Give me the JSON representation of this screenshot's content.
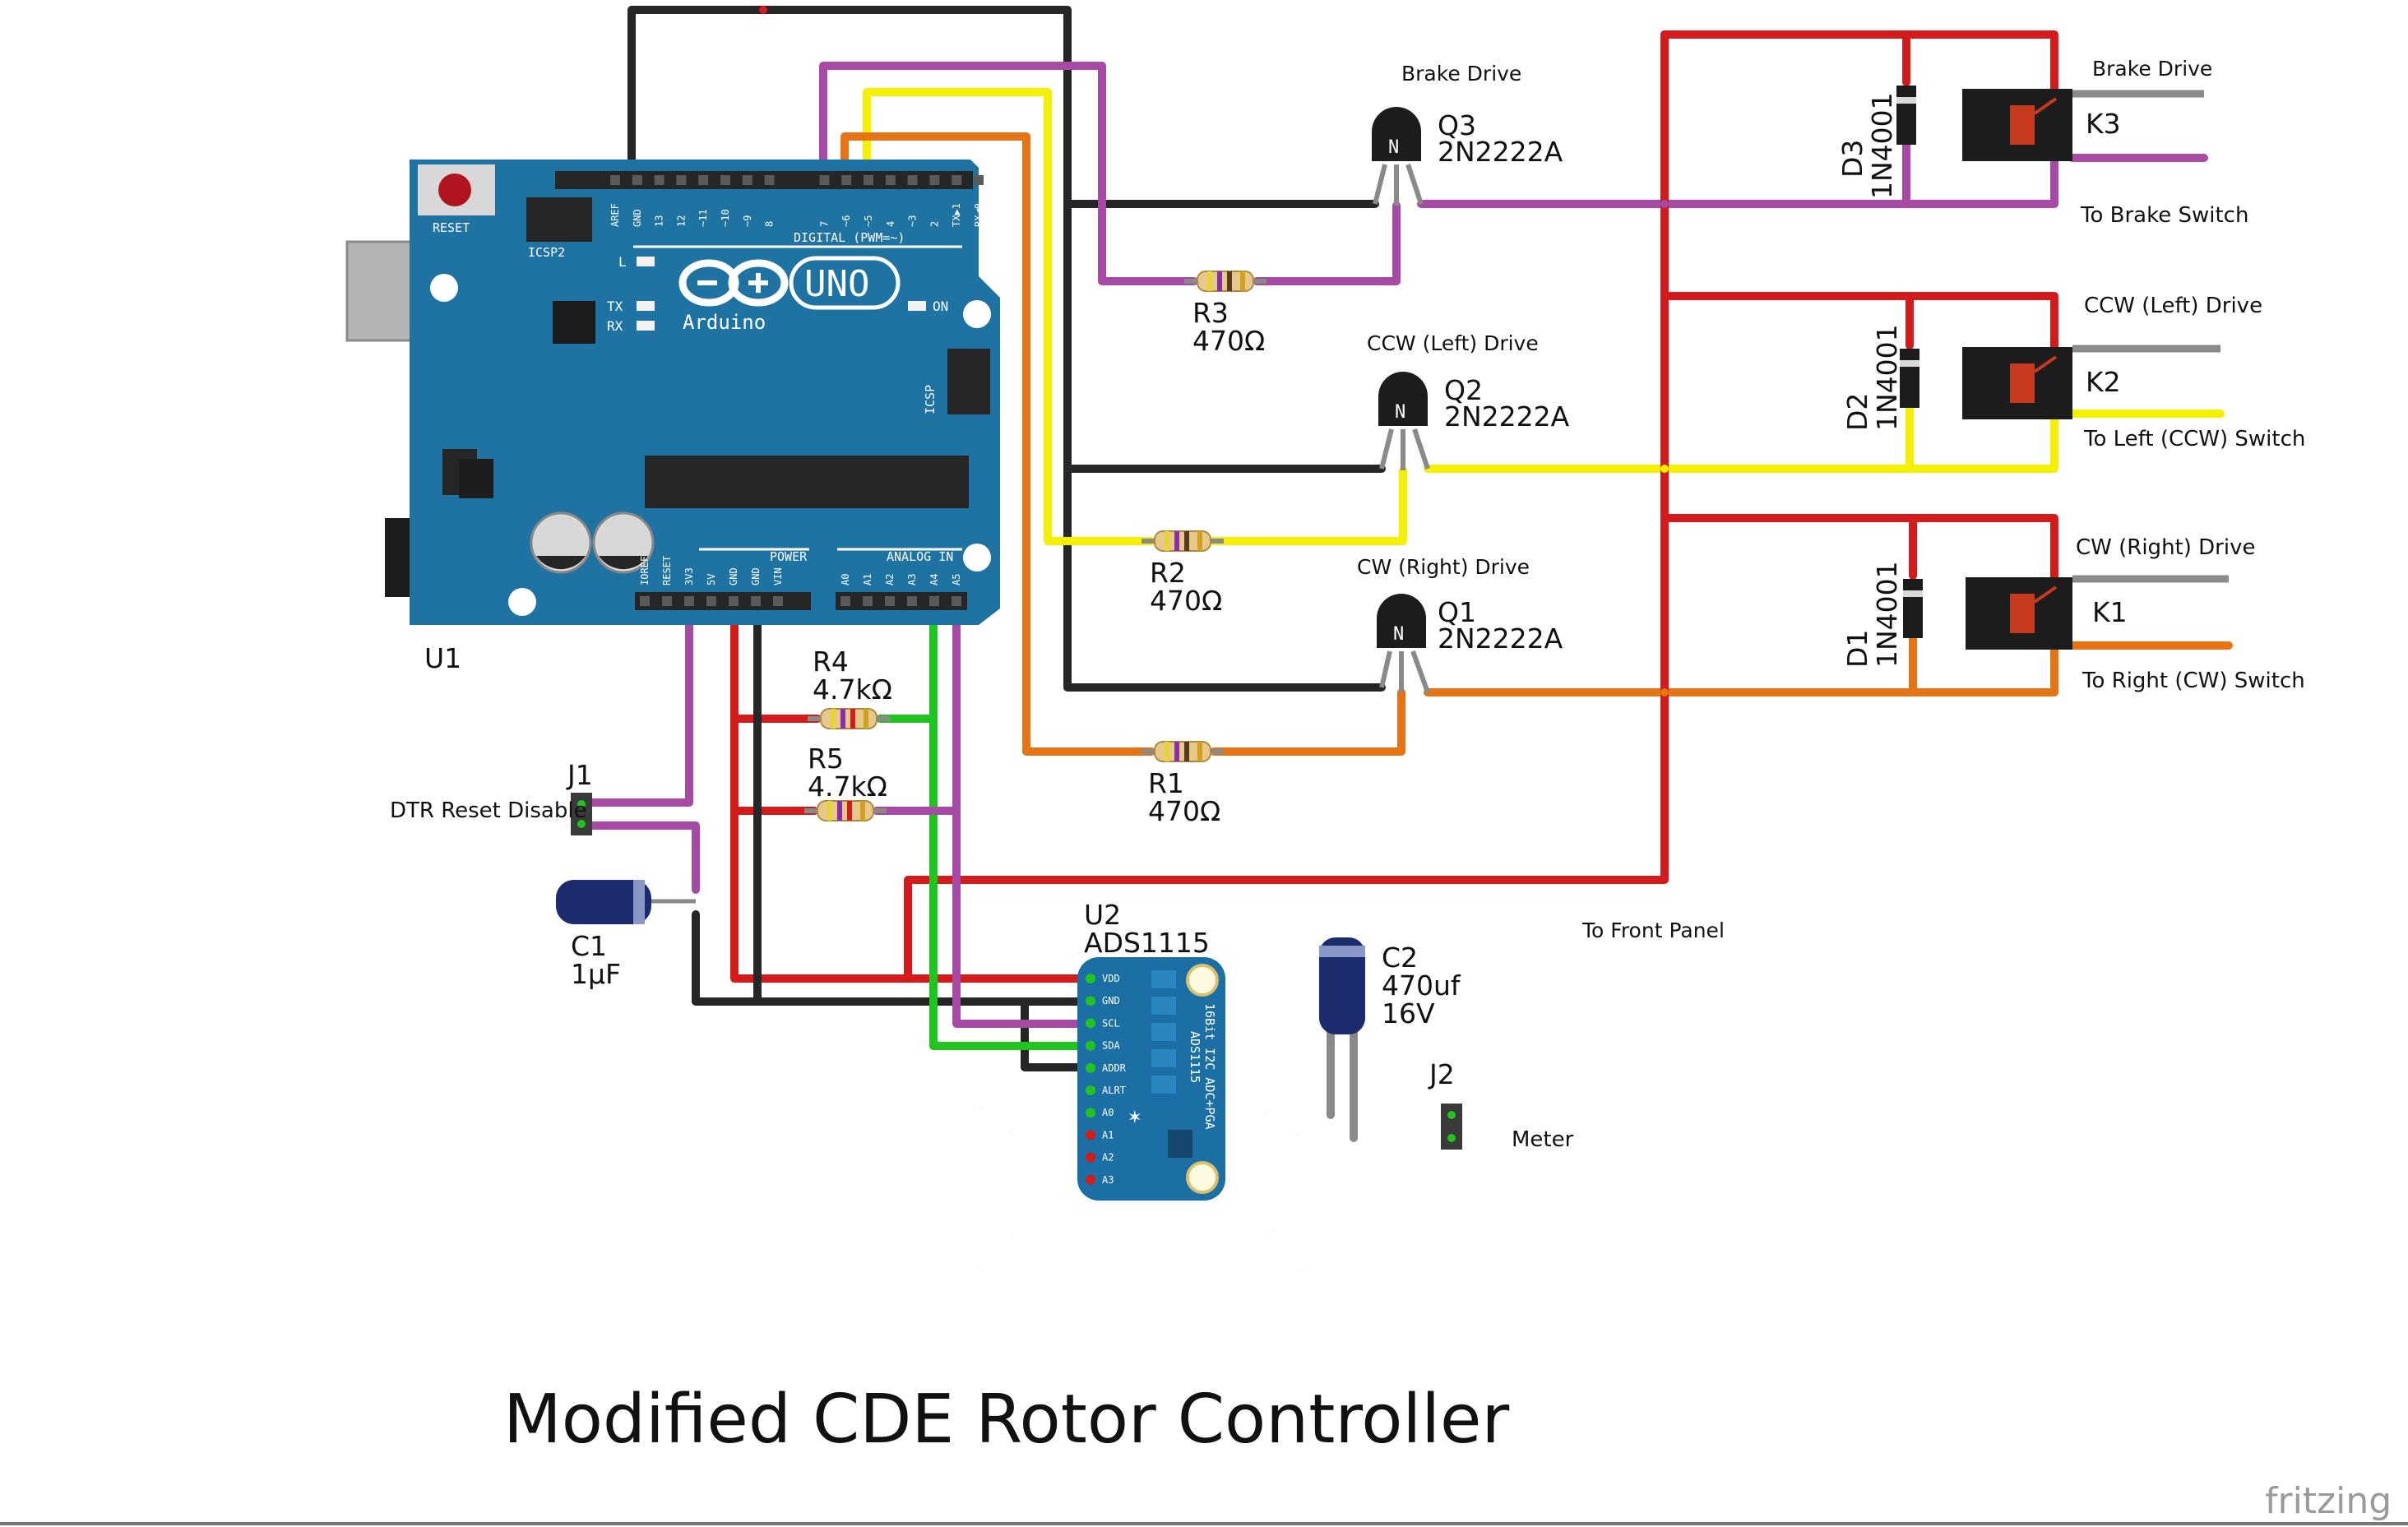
{
  "title": "Modified CDE Rotor Controller",
  "brand": "fritzing",
  "arduino": {
    "ref": "U1",
    "name": "Arduino",
    "model": "UNO",
    "reset": "RESET",
    "icsp2": "ICSP2",
    "icsp": "ICSP",
    "on": "ON",
    "l": "L",
    "tx": "TX",
    "rx": "RX",
    "digital": "DIGITAL (PWM=~)",
    "power": "POWER",
    "analog": "ANALOG IN",
    "top_pins": [
      "AREF",
      "GND",
      "13",
      "12",
      "~11",
      "~10",
      "~9",
      "8",
      "7",
      "~6",
      "~5",
      "4",
      "~3",
      "2",
      "TX▶1",
      "RX◀0"
    ],
    "bottom_pins": [
      "IOREF",
      "RESET",
      "3V3",
      "5V",
      "GND",
      "GND",
      "VIN",
      "A0",
      "A1",
      "A2",
      "A3",
      "A4",
      "A5"
    ]
  },
  "ads": {
    "ref": "U2",
    "name": "ADS1115",
    "board_text_1": "16Bit I2C ADC+PGA",
    "board_text_2": "ADS1115",
    "pins": [
      "VDD",
      "GND",
      "SCL",
      "SDA",
      "ADDR",
      "ALRT",
      "A0",
      "A1",
      "A2",
      "A3"
    ]
  },
  "transistors": [
    {
      "ref": "Q3",
      "part": "2N2222A",
      "caption": "Brake Drive"
    },
    {
      "ref": "Q2",
      "part": "2N2222A",
      "caption": "CCW (Left) Drive"
    },
    {
      "ref": "Q1",
      "part": "2N2222A",
      "caption": "CW (Right) Drive"
    }
  ],
  "resistors": [
    {
      "ref": "R3",
      "value": "470Ω"
    },
    {
      "ref": "R2",
      "value": "470Ω"
    },
    {
      "ref": "R1",
      "value": "470Ω"
    },
    {
      "ref": "R4",
      "value": "4.7kΩ"
    },
    {
      "ref": "R5",
      "value": "4.7kΩ"
    }
  ],
  "diodes": [
    {
      "ref": "D3",
      "part": "1N4001"
    },
    {
      "ref": "D2",
      "part": "1N4001"
    },
    {
      "ref": "D1",
      "part": "1N4001"
    }
  ],
  "relays": [
    {
      "ref": "K3",
      "top_label": "Brake Drive",
      "bottom_label": "To Brake Switch"
    },
    {
      "ref": "K2",
      "top_label": "CCW (Left) Drive",
      "bottom_label": "To Left (CCW) Switch"
    },
    {
      "ref": "K1",
      "top_label": "CW (Right) Drive",
      "bottom_label": "To Right (CW) Switch"
    }
  ],
  "jumpers": [
    {
      "ref": "J1",
      "label": "DTR Reset Disable"
    },
    {
      "ref": "J2",
      "label": "Meter"
    }
  ],
  "capacitors": [
    {
      "ref": "C1",
      "value": "1µF",
      "rating": ""
    },
    {
      "ref": "C2",
      "value": "470uf",
      "rating": "16V"
    }
  ],
  "front_panel": "To Front Panel",
  "colors": {
    "black": "#262626",
    "red": "#d41a1a",
    "purple": "#a64aa6",
    "yellow": "#f5f000",
    "orange": "#e67314",
    "green": "#1fc41f",
    "gray": "#8a8a8a",
    "white": "#ffffff",
    "board": "#1f73a3",
    "adsboard": "#1b6fa5"
  }
}
